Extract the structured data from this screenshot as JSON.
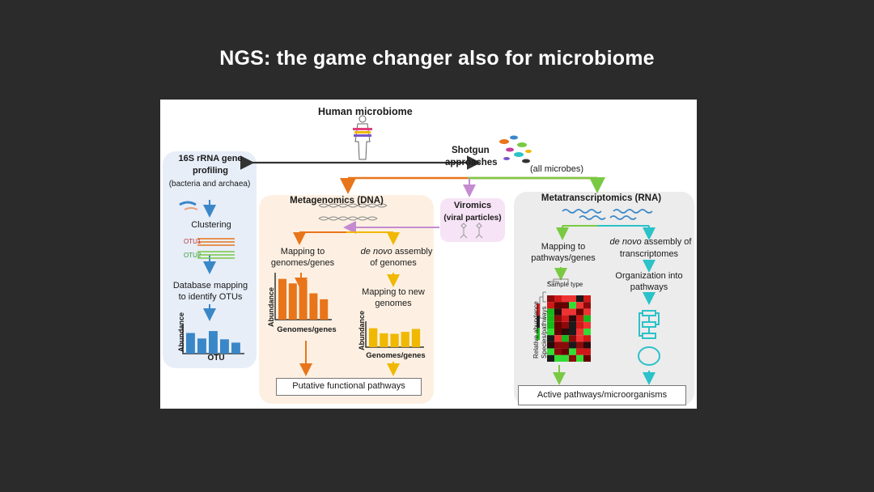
{
  "slide": {
    "title": "NGS: the game changer also for microbiome"
  },
  "diagram": {
    "human_label": "Human microbiome",
    "shotgun_line1": "Shotgun",
    "shotgun_line2": "approaches",
    "all_microbes": "(all microbes)",
    "rrna": {
      "title_line1": "16S rRNA gene",
      "title_line2": "profiling",
      "subtitle": "(bacteria and archaea)",
      "clustering": "Clustering",
      "otu_tag_1": "OTU1",
      "otu_tag_2": "OTU2",
      "db_line1": "Database mapping",
      "db_line2": "to identify OTUs",
      "ylabel": "Abundance",
      "xlabel": "OTU"
    },
    "metagenomics": {
      "title": "Metagenomics (DNA)",
      "map_line1": "Mapping to",
      "map_line2": "genomes/genes",
      "denovo_italic": "de novo",
      "denovo_rest": " assembly",
      "denovo_line2": "of genomes",
      "mapnew_line1": "Mapping to new",
      "mapnew_line2": "genomes",
      "ylabel": "Abundance",
      "xlabel": "Genomes/genes",
      "ylabel2": "Abundance",
      "xlabel2": "Genomes/genes",
      "result": "Putative functional pathways"
    },
    "viromics": {
      "title": "Viromics",
      "subtitle": "(viral particles)"
    },
    "metatranscriptomics": {
      "title": "Metatranscriptomics (RNA)",
      "map_line1": "Mapping to",
      "map_line2": "pathways/genes",
      "denovo_line1_rest": " assembly of",
      "denovo_line1_italic": "de novo",
      "denovo_line2": "transcriptomes",
      "org_line1": "Organization into",
      "org_line2": "pathways",
      "sample_type": "Sample type",
      "species_label": "Species/pathways",
      "relative_label": "Relative abundance",
      "result": "Active pathways/microorganisms"
    }
  },
  "colors": {
    "background": "#2b2b2b",
    "rrna_blue": "#3a87c8",
    "metagenomics_orange": "#e8751a",
    "mapping_yellow": "#f0b800",
    "metatranscriptomics_green": "#7ac943",
    "organization_cyan": "#2bc2c9",
    "viromics_violet": "#c58bd0"
  },
  "chart_data": [
    {
      "type": "bar",
      "ylabel": "Abundance",
      "xlabel": "OTU",
      "values": [
        0.75,
        0.55,
        0.82,
        0.52,
        0.4
      ]
    },
    {
      "type": "bar",
      "ylabel": "Abundance",
      "xlabel": "Genomes/genes",
      "values": [
        0.9,
        0.8,
        0.88,
        0.58,
        0.45
      ]
    },
    {
      "type": "bar",
      "ylabel": "Abundance",
      "xlabel": "Genomes/genes",
      "values": [
        0.78,
        0.57,
        0.55,
        0.63,
        0.75
      ]
    }
  ]
}
